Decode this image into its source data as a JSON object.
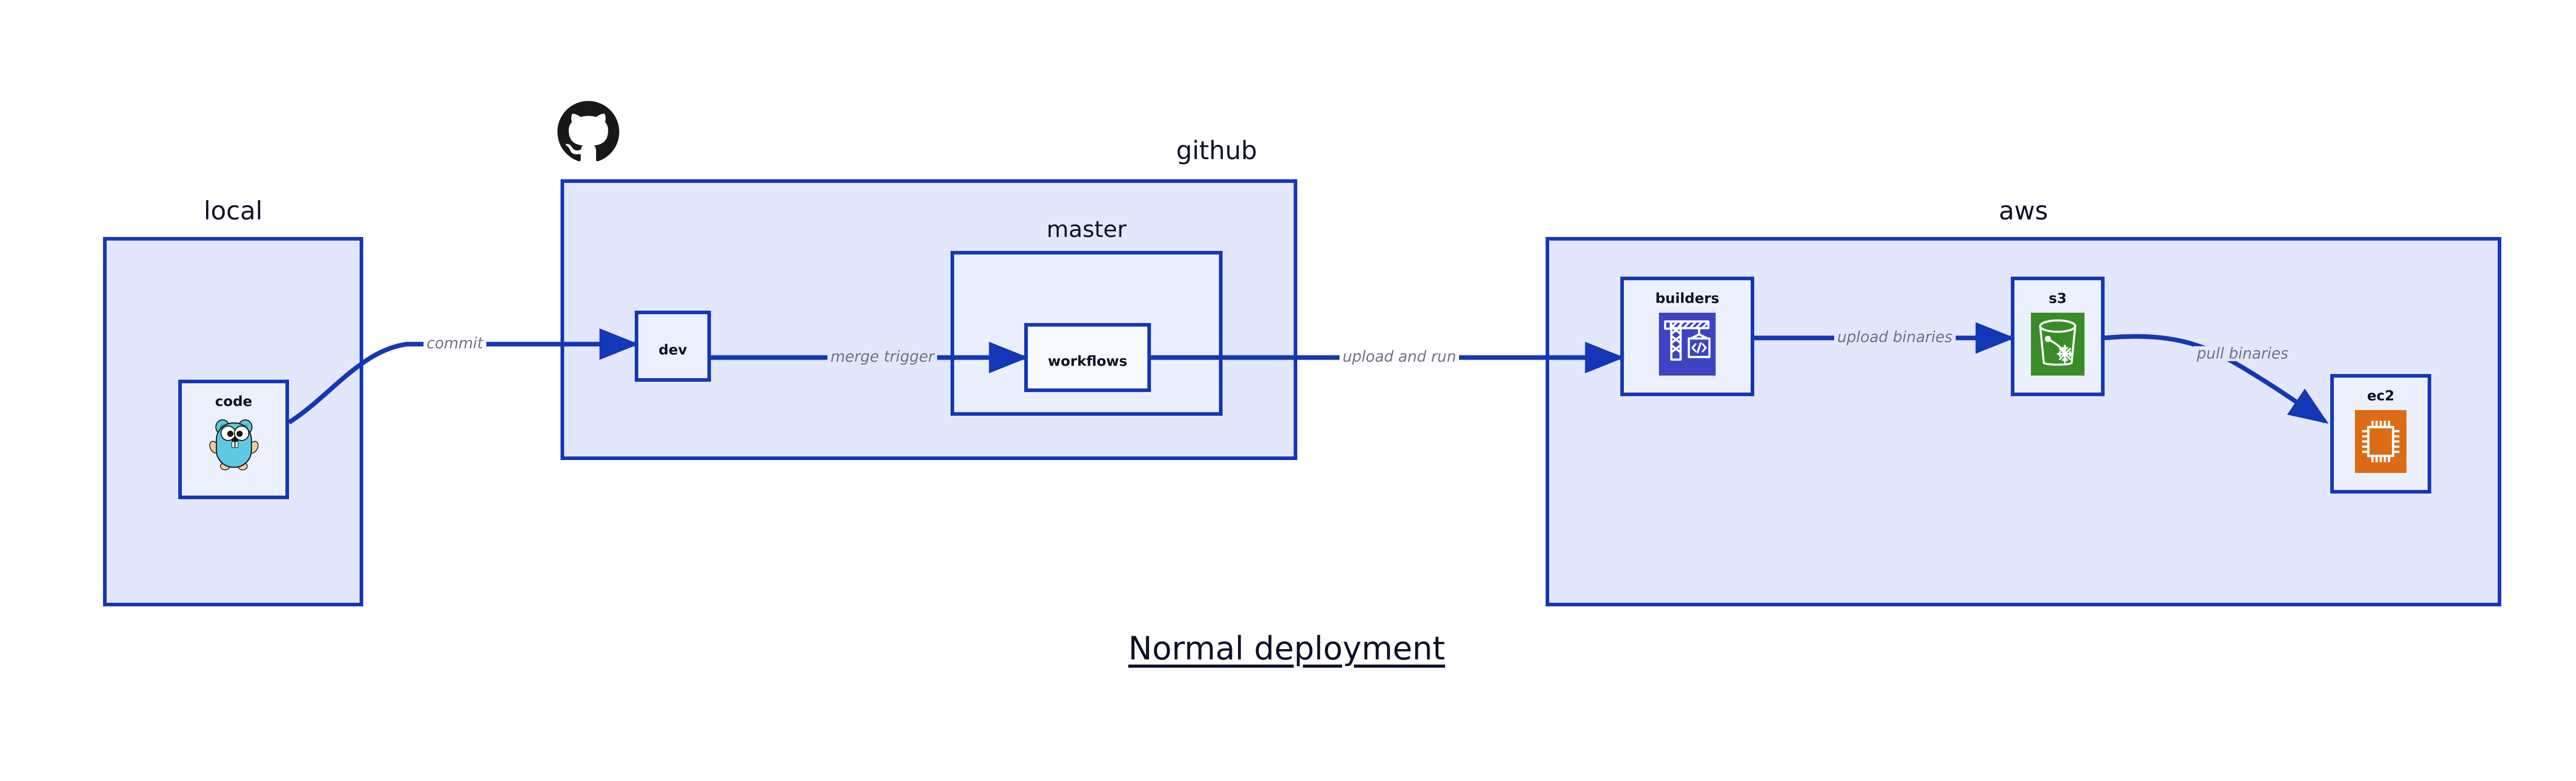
{
  "diagram": {
    "title": "Normal deployment",
    "accent_border": "#1437B8",
    "zone_fill": "#E2E7FB",
    "node_fill": "#ECF1FD",
    "label_color": "#0E1226",
    "edge_label_color": "#6E7483"
  },
  "zones": [
    {
      "id": "local",
      "label": "local",
      "label_align": "center"
    },
    {
      "id": "github",
      "label": "github",
      "label_align": "right"
    },
    {
      "id": "master",
      "label": "master",
      "label_align": "center"
    },
    {
      "id": "aws",
      "label": "aws",
      "label_align": "center"
    }
  ],
  "nodes": [
    {
      "id": "code",
      "label": "code",
      "icon": "go-gopher-icon",
      "icon_color": "#5DC9E2"
    },
    {
      "id": "dev",
      "label": "dev",
      "icon": "none",
      "icon_color": ""
    },
    {
      "id": "workflows",
      "label": "workflows",
      "icon": "none",
      "icon_color": ""
    },
    {
      "id": "builders",
      "label": "builders",
      "icon": "aws-codebuild-icon",
      "icon_color": "#3C44C4"
    },
    {
      "id": "s3",
      "label": "s3",
      "icon": "aws-s3-glacier-icon",
      "icon_color": "#3A8C28"
    },
    {
      "id": "ec2",
      "label": "ec2",
      "icon": "aws-ec2-chip-icon",
      "icon_color": "#DC6B16"
    }
  ],
  "edges": [
    {
      "id": "code-to-dev",
      "label": "commit",
      "from": "code",
      "to": "dev"
    },
    {
      "id": "dev-to-workflows",
      "label": "merge trigger",
      "from": "dev",
      "to": "workflows"
    },
    {
      "id": "workflows-to-builders",
      "label": "upload and run",
      "from": "workflows",
      "to": "builders"
    },
    {
      "id": "builders-to-s3",
      "label": "upload binaries",
      "from": "builders",
      "to": "s3"
    },
    {
      "id": "s3-to-ec2",
      "label": "pull binaries",
      "from": "s3",
      "to": "ec2"
    }
  ],
  "branding": {
    "github_mark": "github-logo-icon"
  }
}
